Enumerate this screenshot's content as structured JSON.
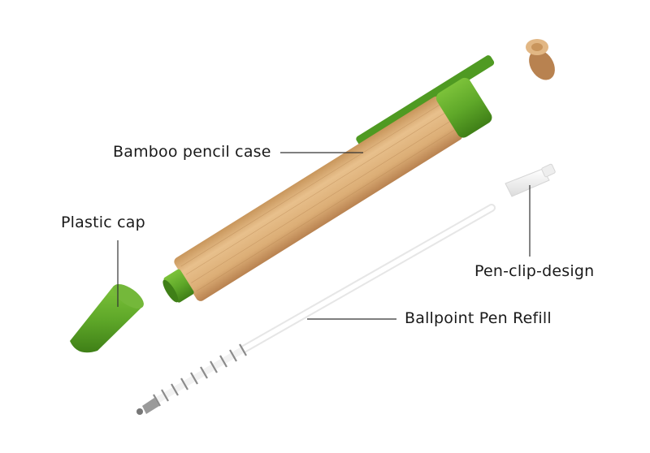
{
  "labels": {
    "barrel": "Bamboo pencil case",
    "cap": "Plastic cap",
    "clip": "Pen-clip-design",
    "refill": "Ballpoint Pen Refill"
  },
  "colors": {
    "bamboo": "#dcb07a",
    "green": "#5fa829",
    "white_part": "#f4f4f4",
    "leader_line": "#333333"
  }
}
